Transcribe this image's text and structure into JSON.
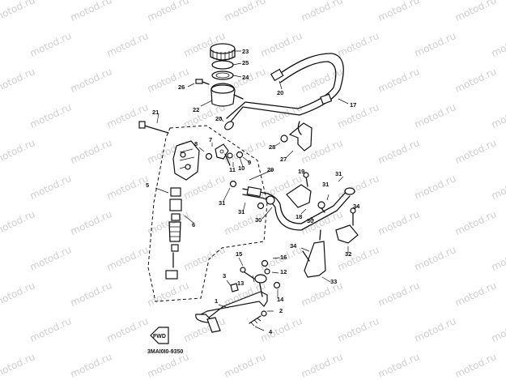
{
  "watermark": {
    "text": "motod.ru"
  },
  "diagram_code": "3MAI0I0-9350",
  "front_label": "FWD",
  "parts": [
    {
      "n": "1"
    },
    {
      "n": "2"
    },
    {
      "n": "3"
    },
    {
      "n": "4"
    },
    {
      "n": "5"
    },
    {
      "n": "6"
    },
    {
      "n": "7"
    },
    {
      "n": "8"
    },
    {
      "n": "9"
    },
    {
      "n": "10"
    },
    {
      "n": "11"
    },
    {
      "n": "12"
    },
    {
      "n": "13"
    },
    {
      "n": "14"
    },
    {
      "n": "15"
    },
    {
      "n": "16"
    },
    {
      "n": "17"
    },
    {
      "n": "18"
    },
    {
      "n": "19"
    },
    {
      "n": "20"
    },
    {
      "n": "21"
    },
    {
      "n": "22"
    },
    {
      "n": "23"
    },
    {
      "n": "24"
    },
    {
      "n": "25"
    },
    {
      "n": "26"
    },
    {
      "n": "27"
    },
    {
      "n": "28"
    },
    {
      "n": "29"
    },
    {
      "n": "30"
    },
    {
      "n": "31"
    },
    {
      "n": "32"
    },
    {
      "n": "33"
    },
    {
      "n": "34"
    }
  ],
  "extra_labels": {
    "20b": "20",
    "30b": "30",
    "31b": "31",
    "31c": "31",
    "31d": "31",
    "34b": "34"
  }
}
